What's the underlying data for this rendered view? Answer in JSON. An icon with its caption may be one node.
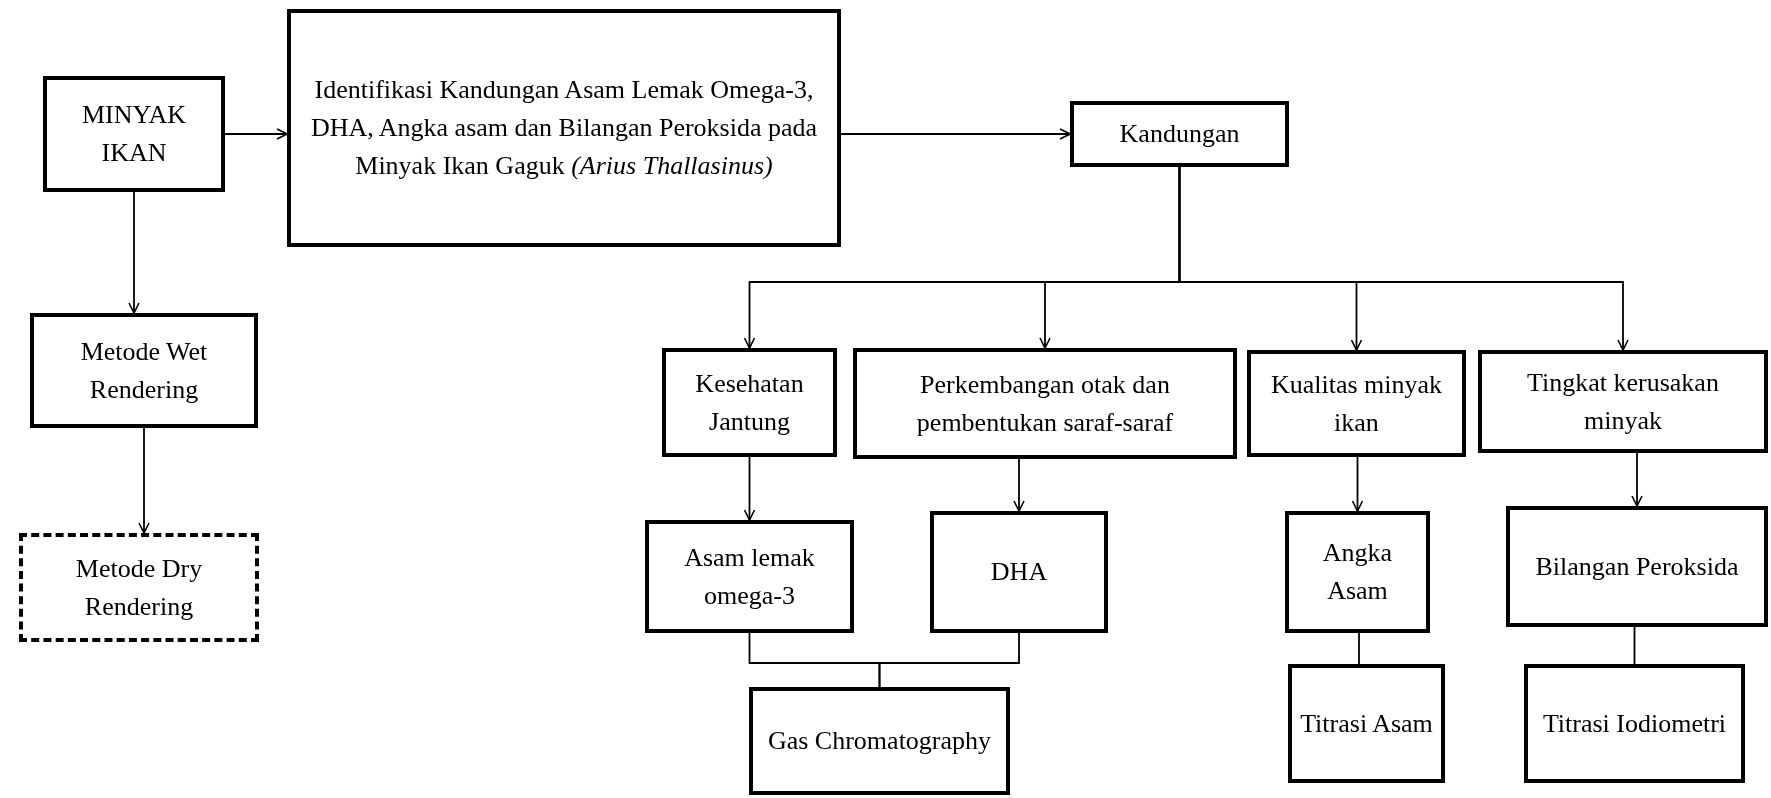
{
  "diagram": {
    "nodes": [
      {
        "text": [
          "MINYAK IKAN"
        ]
      },
      {
        "text": [
          "Identifikasi Kandungan Asam Lemak Omega-3, DHA, Angka asam dan Bilangan Peroksida pada Minyak Ikan Gaguk *(Arius Thallasinus)*"
        ]
      },
      {
        "text": [
          "Kandungan"
        ]
      },
      {
        "text": [
          "Metode Wet Rendering"
        ]
      },
      {
        "text": [
          "Metode Dry Rendering"
        ]
      },
      {
        "text": [
          "Kesehatan Jantung"
        ]
      },
      {
        "text": [
          "Perkembangan otak dan pembentukan saraf-saraf"
        ]
      },
      {
        "text": [
          "Kualitas minyak ikan"
        ]
      },
      {
        "text": [
          "Tingkat kerusakan minyak"
        ]
      },
      {
        "text": [
          "Asam lemak omega-3"
        ]
      },
      {
        "text": [
          "DHA"
        ]
      },
      {
        "text": [
          "Angka Asam"
        ]
      },
      {
        "text": [
          "Bilangan Peroksida"
        ]
      },
      {
        "text": [
          "Gas Chromatography"
        ]
      },
      {
        "text": [
          "Titrasi Asam"
        ]
      },
      {
        "text": [
          "Titrasi Iodiometri"
        ]
      }
    ],
    "edges": [
      {
        "from": 0,
        "to": 1,
        "arrow": "to"
      },
      {
        "from": 0,
        "to": 3,
        "arrow": "to"
      },
      {
        "from": 3,
        "to": 4,
        "arrow": "to"
      },
      {
        "from": 1,
        "to": 2,
        "arrow": "to"
      },
      {
        "from": 2,
        "to": 5,
        "arrow": "to"
      },
      {
        "from": 2,
        "to": 6,
        "arrow": "to"
      },
      {
        "from": 2,
        "to": 7,
        "arrow": "to"
      },
      {
        "from": 2,
        "to": 8,
        "arrow": "to"
      },
      {
        "from": 5,
        "to": 9,
        "arrow": "to"
      },
      {
        "from": 6,
        "to": 10,
        "arrow": "to"
      },
      {
        "from": 7,
        "to": 11,
        "arrow": "to"
      },
      {
        "from": 8,
        "to": 12,
        "arrow": "to"
      },
      {
        "from": 9,
        "to": 13,
        "arrow": "none"
      },
      {
        "from": 10,
        "to": 13,
        "arrow": "none"
      },
      {
        "from": 11,
        "to": 14,
        "arrow": "none"
      },
      {
        "from": 12,
        "to": 15,
        "arrow": "none"
      }
    ]
  }
}
